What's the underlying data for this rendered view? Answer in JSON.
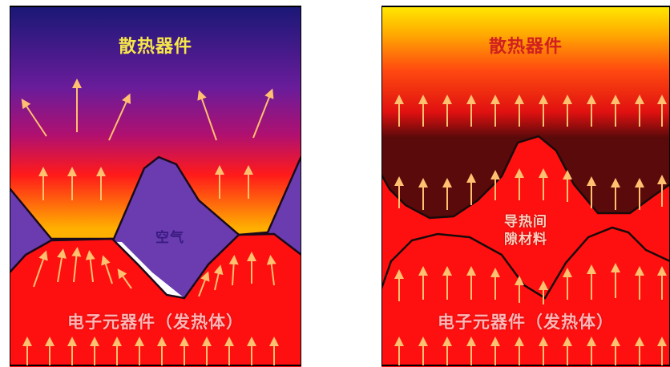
{
  "left_panel": {
    "heatsink_label": "散热器件",
    "air_label": "空气",
    "component_label": "电子元器件（发热体）"
  },
  "right_panel": {
    "heatsink_label": "散热器件",
    "tim_label_line1": "导热间",
    "tim_label_line2": "隙材料",
    "component_label": "电子元器件（发热体）"
  },
  "colors": {
    "left_heatsink_top": "#1c1878",
    "left_heatsink_mid": "#8a1a9a",
    "air_fill": "#6a3cb0",
    "component_red": "#ff1010",
    "right_heatsink_top": "#ffe800",
    "right_heatsink_mid": "#ff3a10",
    "right_heatsink_bottom": "#3a0808",
    "label_yellow": "#f6e64a",
    "label_red": "#ff2020",
    "label_purple": "#3a1a80",
    "arrow_color": "#ffc070"
  }
}
